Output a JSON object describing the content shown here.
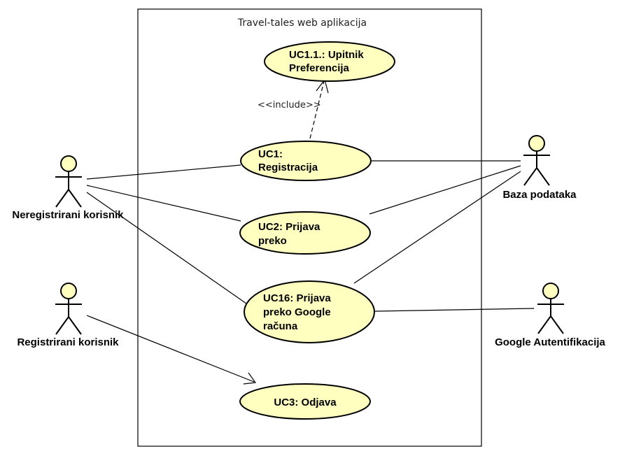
{
  "system": {
    "title": "Travel-tales web aplikacija"
  },
  "use_cases": {
    "uc1_1": [
      "UC1.1.: Upitnik",
      "Preferencija"
    ],
    "uc1": [
      "UC1:",
      "Registracija"
    ],
    "uc2": [
      "UC2: Prijava",
      "preko"
    ],
    "uc16": [
      "UC16: Prijava",
      "preko Google",
      "računa"
    ],
    "uc3": [
      "UC3: Odjava"
    ]
  },
  "actors": {
    "unregistered": "Neregistrirani korisnik",
    "registered": "Registrirani korisnik",
    "database": "Baza podataka",
    "google_auth": "Google Autentifikacija"
  },
  "relations": {
    "include_label": "<<include>>"
  },
  "colors": {
    "use_case_fill": "#ffffc0",
    "stroke": "#000000"
  }
}
